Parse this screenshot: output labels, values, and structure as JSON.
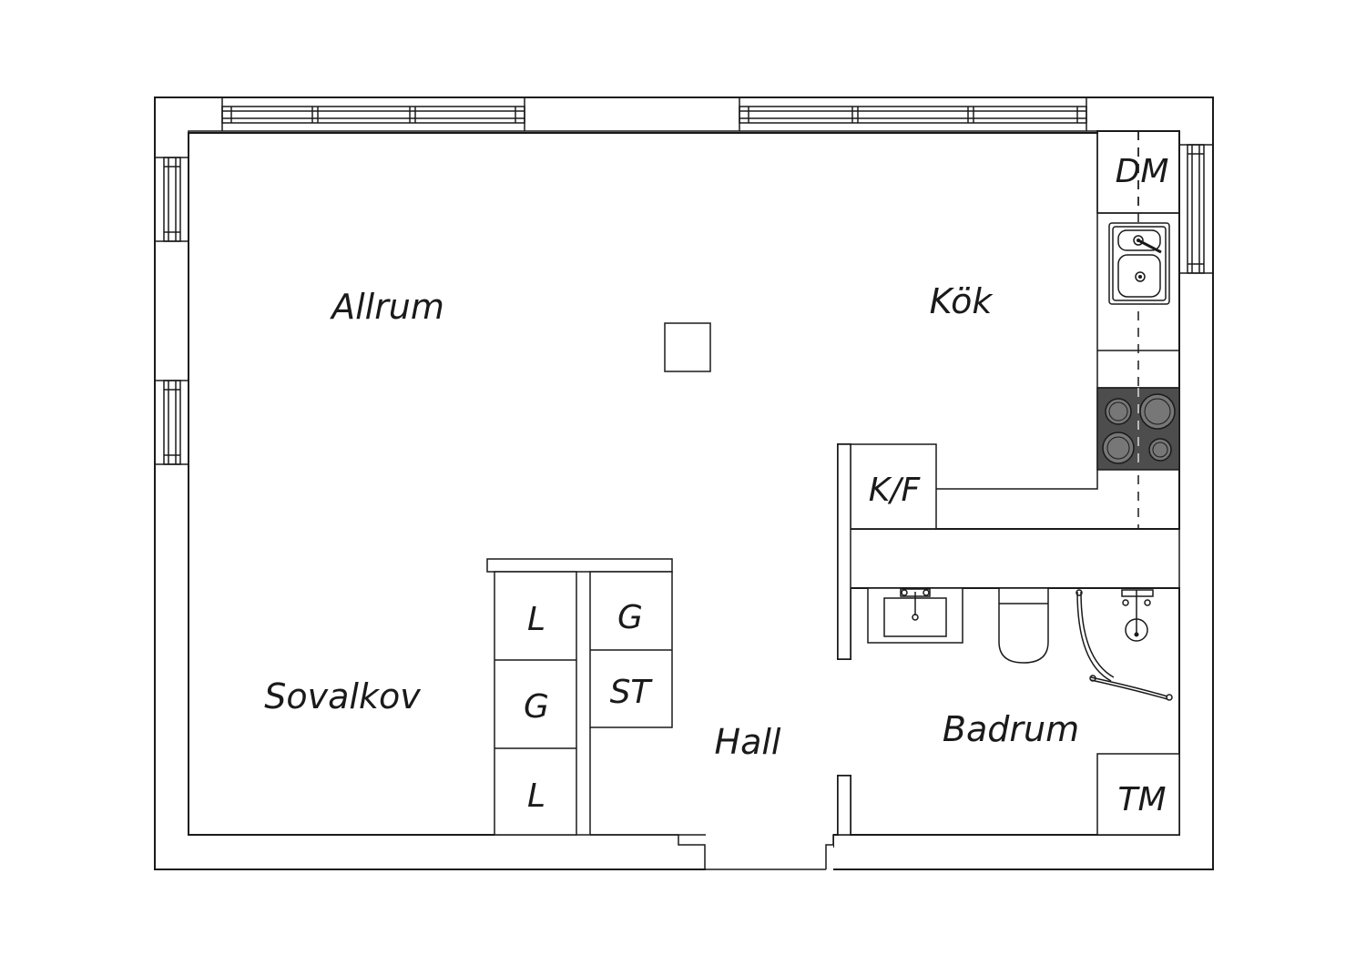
{
  "rooms": {
    "allrum": "Allrum",
    "kok": "Kök",
    "sovalkov": "Sovalkov",
    "hall": "Hall",
    "badrum": "Badrum"
  },
  "fixtures": {
    "dishwasher": "DM",
    "fridge_freezer": "K/F",
    "washer": "TM",
    "wardrobe_1": "L",
    "wardrobe_2": "G",
    "wardrobe_3": "L",
    "closet_g": "G",
    "closet_st": "ST"
  },
  "colors": {
    "line": "#1a1a1a",
    "stove": "#4d4d4d",
    "burner": "#777777"
  }
}
